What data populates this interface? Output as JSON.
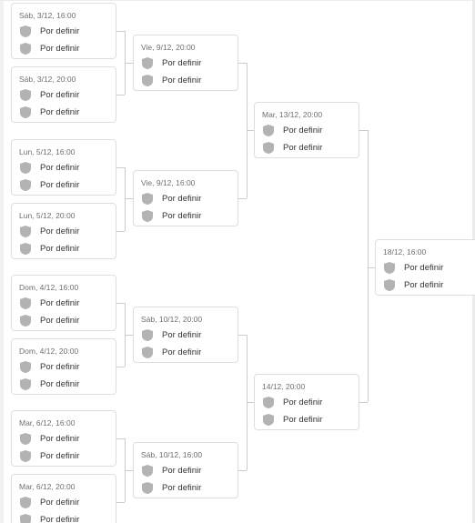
{
  "rounds": [
    [
      {
        "date": "Sáb, 3/12, 16:00",
        "teams": [
          "Por definir",
          "Por definir"
        ]
      },
      {
        "date": "Sáb, 3/12, 20:00",
        "teams": [
          "Por definir",
          "Por definir"
        ]
      },
      {
        "date": "Lun, 5/12, 16:00",
        "teams": [
          "Por definir",
          "Por definir"
        ]
      },
      {
        "date": "Lun, 5/12, 20:00",
        "teams": [
          "Por definir",
          "Por definir"
        ]
      },
      {
        "date": "Dom, 4/12, 16:00",
        "teams": [
          "Por definir",
          "Por definir"
        ]
      },
      {
        "date": "Dom, 4/12, 20:00",
        "teams": [
          "Por definir",
          "Por definir"
        ]
      },
      {
        "date": "Mar, 6/12, 16:00",
        "teams": [
          "Por definir",
          "Por definir"
        ]
      },
      {
        "date": "Mar, 6/12, 20:00",
        "teams": [
          "Por definir",
          "Por definir"
        ]
      }
    ],
    [
      {
        "date": "Vie, 9/12, 20:00",
        "teams": [
          "Por definir",
          "Por definir"
        ]
      },
      {
        "date": "Vie, 9/12, 16:00",
        "teams": [
          "Por definir",
          "Por definir"
        ]
      },
      {
        "date": "Sáb, 10/12, 20:00",
        "teams": [
          "Por definir",
          "Por definir"
        ]
      },
      {
        "date": "Sáb, 10/12, 16:00",
        "teams": [
          "Por definir",
          "Por definir"
        ]
      }
    ],
    [
      {
        "date": "Mar, 13/12, 20:00",
        "teams": [
          "Por definir",
          "Por definir"
        ]
      },
      {
        "date": "14/12, 20:00",
        "teams": [
          "Por definir",
          "Por definir"
        ]
      }
    ],
    [
      {
        "date": "18/12, 16:00",
        "teams": [
          "Por definir",
          "Por definir"
        ]
      }
    ]
  ],
  "colors": {
    "card_border": "#dedede",
    "connector": "#cccccc",
    "shield": "#b3b3b3",
    "date_text": "#6f6f6f",
    "team_text": "#333333"
  },
  "icons": {
    "team": "shield-icon"
  }
}
